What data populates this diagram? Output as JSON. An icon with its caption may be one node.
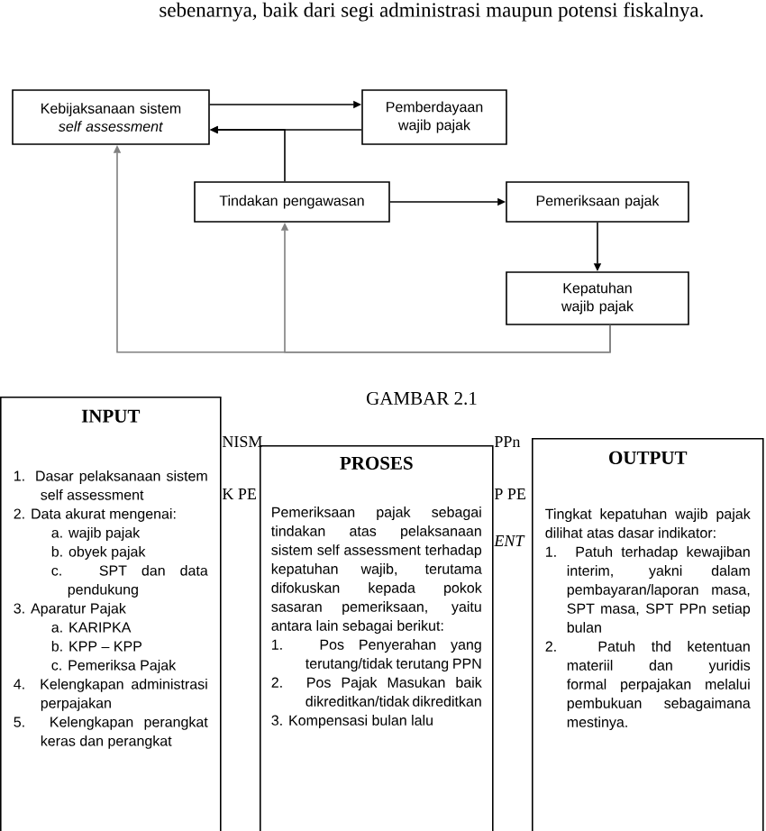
{
  "diagram": {
    "nodes": [
      {
        "text": [
          "Kebijaksanaan sistem *self assessment*"
        ]
      },
      {
        "text": [
          "Pemberdayaan wajib pajak"
        ]
      },
      {
        "text": [
          "Tindakan pengawasan"
        ]
      },
      {
        "text": [
          "Pemeriksaan pajak"
        ]
      },
      {
        "text": [
          "Kepatuhan wajib pajak"
        ]
      },
      {
        "text": [
          "INPUT",
          "1. Dasar pelaksanaan sistem self assessment",
          "2. Data akurat mengenai:",
          "a. wajib pajak",
          "b. obyek pajak",
          "c. SPT dan data pendukung",
          "3. Aparatur Pajak",
          "a. KARIPKA",
          "b. KPP – KPP",
          "c. Pemeriksa Pajak",
          "4. Kelengkapan administrasi perpajakan",
          "5. Kelengkapan perangkat keras dan perangkat"
        ]
      },
      {
        "text": [
          "PROSES",
          "Pemeriksaan pajak sebagai tindakan atas pelaksanaan sistem self assessment terhadap kepatuhan wajib, terutama difokuskan kepada pokok sasaran pemeriksaan, yaitu antara lain sebagai berikut:",
          "1. Pos Penyerahan yang terutang/tidak terutang PPN",
          "2. Pos Pajak Masukan baik dikreditkan/tidak dikreditkan",
          "3. Kompensasi bulan lalu"
        ]
      },
      {
        "text": [
          "OUTPUT",
          "Tingkat kepatuhan wajib pajak dilihat atas dasar indikator:",
          "1. Patuh terhadap kewajiban interim, yakni dalam pembayaran/laporan masa, SPT masa, SPT PPn setiap bulan",
          "2. Patuh thd ketentuan materiil dan yuridis formal perpajakan melalui pembukuan sebagaimana mestinya."
        ]
      }
    ],
    "edges": [
      {
        "from": 0,
        "to": 1,
        "arrow": "to"
      },
      {
        "from": 1,
        "to": 0,
        "arrow": "to"
      },
      {
        "from": 2,
        "to": 0,
        "arrow": "to"
      },
      {
        "from": 2,
        "to": 3,
        "arrow": "to"
      },
      {
        "from": 3,
        "to": 4,
        "arrow": "to"
      },
      {
        "from": 4,
        "to": 0,
        "arrow": "to",
        "color": "#808080"
      },
      {
        "from": 4,
        "to": 2,
        "arrow": "to",
        "color": "#808080"
      }
    ],
    "labels": [
      "sebenarnya, baik dari segi administrasi maupun potensi fiskalnya.",
      "GAMBAR 2.1",
      "NISM",
      "PPn",
      "K PE",
      "P PE",
      "ENT"
    ]
  }
}
